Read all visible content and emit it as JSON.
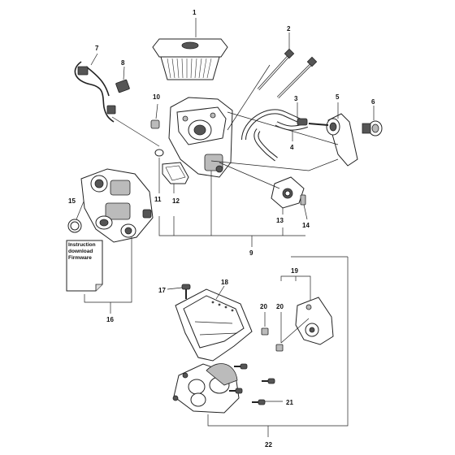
{
  "callouts": [
    "1",
    "2",
    "3",
    "4",
    "5",
    "6",
    "7",
    "8",
    "9",
    "10",
    "11",
    "12",
    "13",
    "14",
    "15",
    "16",
    "17",
    "18",
    "19",
    "20",
    "20",
    "21",
    "22"
  ],
  "document": {
    "line1": "Instruction",
    "line2": "download",
    "line3": "Firmware"
  }
}
